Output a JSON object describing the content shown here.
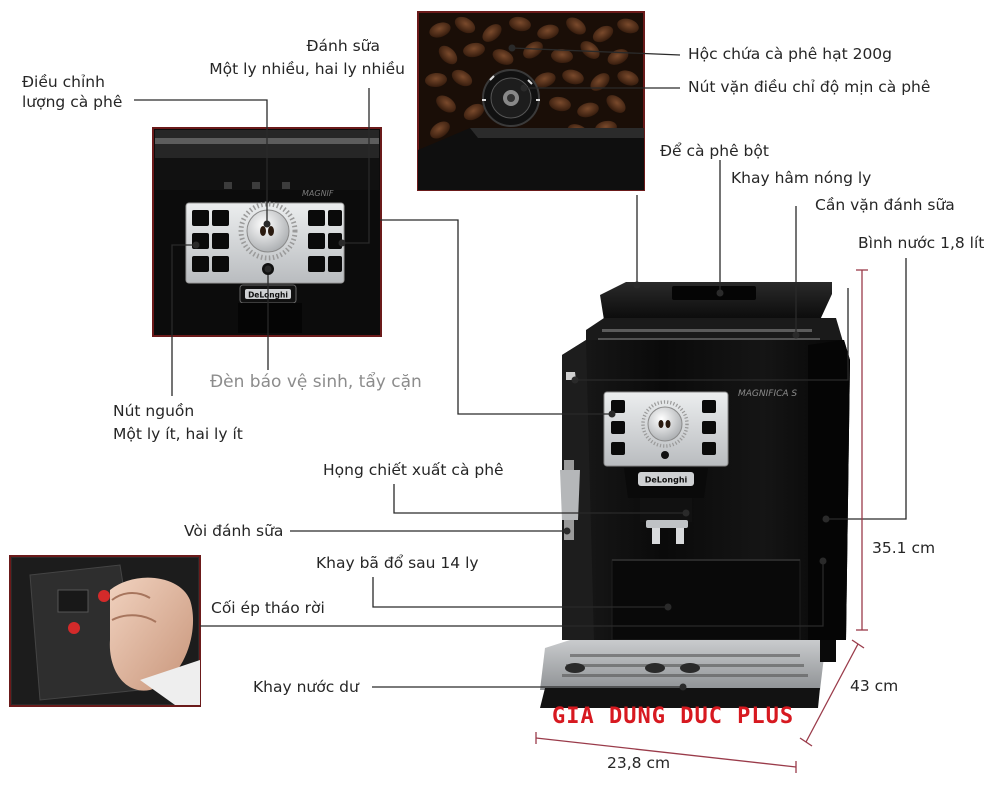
{
  "labels": {
    "milk_frothing": "Đánh sữa",
    "milk_frothing_sub": "Một ly nhiều, hai ly nhiều",
    "coffee_amount_1": "Điều chỉnh",
    "coffee_amount_2": "lượng cà phê",
    "bean_hopper": "Hộc chứa cà phê hạt  200g",
    "grind_knob": "Nút vặn điều chỉ độ mịn cà phê",
    "ground_coffee": "Để cà phê bột",
    "cup_warmer": "Khay hâm nóng ly",
    "steam_lever": "Cần vặn đánh sữa",
    "water_tank": "Bình nước 1,8 lít",
    "descale_light": "Đèn báo vệ sinh, tẩy cặn",
    "power_1": "Nút nguồn",
    "power_2": "Một ly ít, hai ly ít",
    "brew_spout": "Họng chiết xuất cà phê",
    "milk_wand": "Vòi đánh sữa",
    "grounds_tray": "Khay bã đổ sau 14 ly",
    "brew_unit": "Cối ép tháo rời",
    "drip_tray": "Khay nước dư"
  },
  "dimensions": {
    "height": "35.1 cm",
    "depth": "43 cm",
    "width": "23,8 cm"
  },
  "branding": {
    "shop_name": "GIA DUNG DUC PLUS",
    "machine_brand": "DeLonghi",
    "machine_model": "MAGNIFICA S"
  },
  "colors": {
    "machine_body": "#0d0d0d",
    "panel_silver": "#d4d6d8",
    "leader_line": "#2a2a2a",
    "shop_red": "#d71920",
    "frame_border": "#7a1a1a"
  }
}
